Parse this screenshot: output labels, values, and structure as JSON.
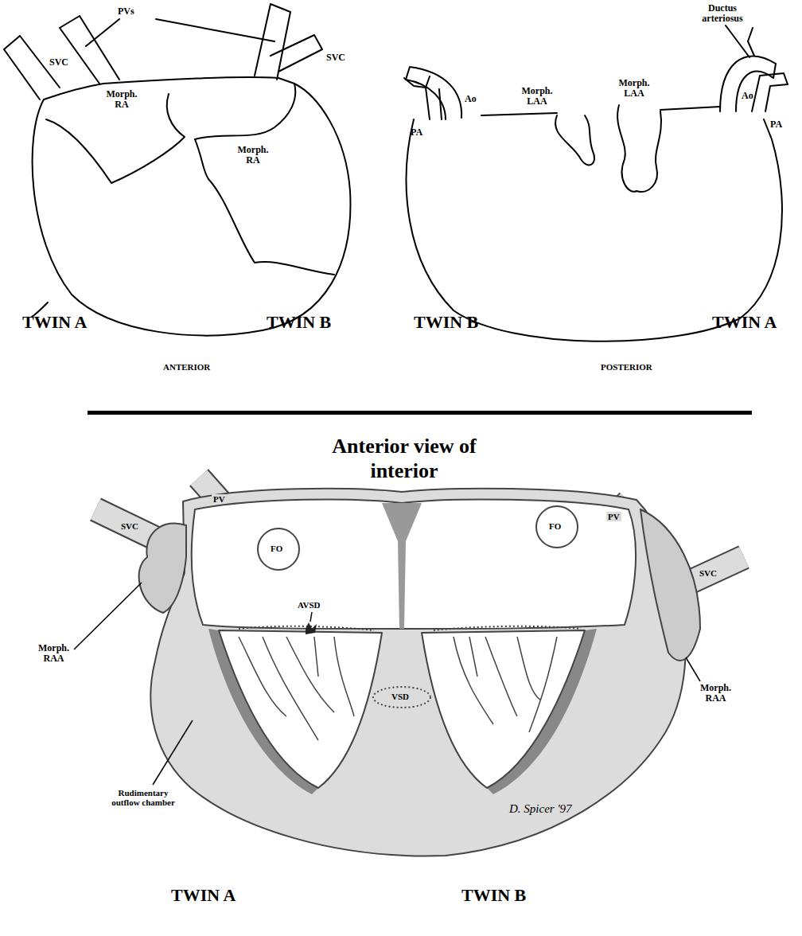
{
  "diagram": {
    "title": "Anterior view of interior",
    "labels": [
      "PVs",
      "Ductus arteriosus",
      "SVC",
      "SVC",
      "Morph. RA",
      "Morph. RA",
      "TWIN A",
      "TWIN B",
      "ANTERIOR",
      "Ao",
      "Morph. LAA",
      "Morph. LAA",
      "Ao",
      "PA",
      "PA",
      "TWIN B",
      "TWIN A",
      "POSTERIOR",
      "SVC",
      "PV",
      "FO",
      "FO",
      "AVSD",
      "VSD",
      "PV",
      "SVC",
      "Morph. RAA",
      "Morph. RAA",
      "Rudimentary outflow chamber",
      "D. Spicer '97",
      "TWIN A",
      "TWIN B"
    ]
  }
}
